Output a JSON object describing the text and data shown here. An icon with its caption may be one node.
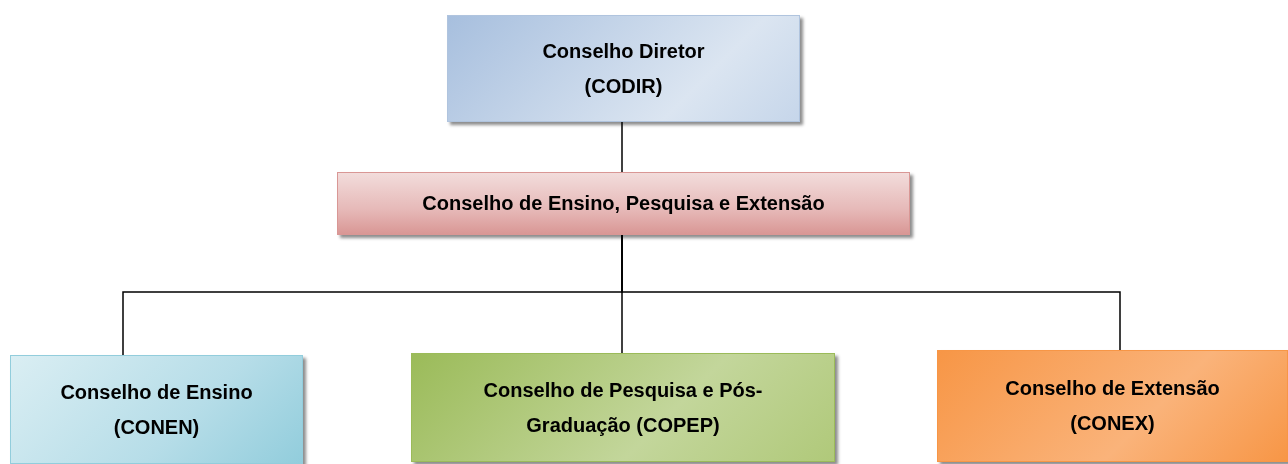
{
  "diagram": {
    "nodes": [
      {
        "text": [
          "Conselho Diretor (CODIR)"
        ]
      },
      {
        "text": [
          "Conselho de Ensino, Pesquisa e Extensão"
        ]
      },
      {
        "text": [
          "Conselho de Ensino (CONEN)"
        ]
      },
      {
        "text": [
          "Conselho de Pesquisa e Pós-Graduação (COPEP)"
        ]
      },
      {
        "text": [
          "Conselho de Extensão (CONEX)"
        ]
      }
    ],
    "edges": [
      {
        "from": 0,
        "to": 1,
        "arrow": "none"
      },
      {
        "from": 1,
        "to": 2,
        "arrow": "none"
      },
      {
        "from": 1,
        "to": 3,
        "arrow": "none"
      },
      {
        "from": 1,
        "to": 4,
        "arrow": "none"
      }
    ]
  }
}
